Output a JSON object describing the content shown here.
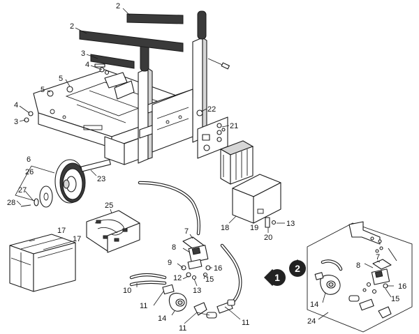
{
  "callouts": {
    "n2a": "2",
    "n2b": "2",
    "n3a": "3",
    "n4a": "4",
    "n5a": "5",
    "n5b": "5",
    "n4b": "4",
    "n3b": "3",
    "n22": "22",
    "n21": "21",
    "n6": "6",
    "n26": "26",
    "n23": "23",
    "n27": "27",
    "n28": "28",
    "n25": "25",
    "n18": "18",
    "n19": "19",
    "n20": "20",
    "n13a": "13",
    "n7a": "7",
    "n17a": "17",
    "n17b": "17",
    "n8a": "8",
    "n9": "9",
    "n12": "12",
    "n16a": "16",
    "n15a": "15",
    "n13b": "13",
    "n10": "10",
    "n11a": "11",
    "n14a": "14",
    "n11b": "11",
    "n11c": "11",
    "n8b": "8",
    "n7b": "7",
    "n16b": "16",
    "n14b": "14",
    "n15b": "15",
    "n24": "24"
  },
  "variants": {
    "one": "1",
    "two": "2"
  },
  "colors": {
    "line": "#1a1a1a",
    "badge": "#222222",
    "paper": "#ffffff",
    "shade": "#d6d6d6"
  }
}
